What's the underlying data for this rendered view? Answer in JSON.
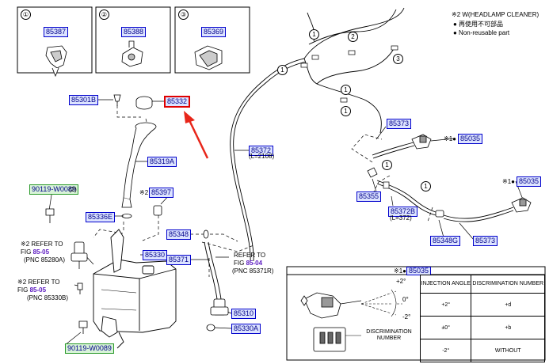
{
  "legend": {
    "note": "※2 W(HEADLAMP CLEANER)",
    "line2": "● 再使用不可部品",
    "line3": "● Non-reusable part"
  },
  "boxes": [
    {
      "num": "①",
      "part": "85387"
    },
    {
      "num": "②",
      "part": "85388"
    },
    {
      "num": "③",
      "part": "85369"
    }
  ],
  "parts": {
    "p85301B": "85301B",
    "p85332": "85332",
    "p85319A": "85319A",
    "p90119a": "90119-W0089",
    "p90119a_qty": "(2)",
    "p85397": "85397",
    "p85397_note": "※2",
    "p85336E": "85336E",
    "p85348": "85348",
    "p85330": "85330",
    "p85371": "85371",
    "p85310": "85310",
    "p85330A": "85330A",
    "p90119b": "90119-W0089",
    "p85372": "85372",
    "p85372_len": "(L=2108)",
    "p85373a": "85373",
    "p85035a": "85035",
    "p85035a_note": "※1●",
    "p85355": "85355",
    "p85372B": "85372B",
    "p85372B_len": "(L=372)",
    "p85348G": "85348G",
    "p85373b": "85373",
    "p85035b": "85035",
    "p85035b_note": "※1●"
  },
  "refs": {
    "r1_l1": "※2 REFER TO",
    "r1_fig": "FIG",
    "r1_fignum": "85-05",
    "r1_pnc": "(PNC 85280A)",
    "r2_l1": "※2 REFER TO",
    "r2_fig": "FIG",
    "r2_fignum": "85-05",
    "r2_pnc": "(PNC 85330B)",
    "r3_l1": "REFER TO",
    "r3_fig": "FIG",
    "r3_fignum": "85-04",
    "r3_pnc": "(PNC 85371R)"
  },
  "callouts": [
    "1",
    "2",
    "3",
    "1",
    "1",
    "1",
    "1",
    "1"
  ],
  "inset": {
    "title_prefix": "※1●",
    "title_part": "85035",
    "angle_plus": "+2°",
    "angle_zero": "0°",
    "angle_minus": "-2°",
    "discrimination_label": "DISCRIMINATION NUMBER",
    "headers": [
      "INJECTION ANGLE",
      "DISCRIMINATION NUMBER"
    ],
    "rows": [
      [
        "+2°",
        "+d"
      ],
      [
        "±0°",
        "+b"
      ],
      [
        "-2°",
        "WITHOUT"
      ]
    ]
  },
  "colors": {
    "label_border": "#0000cc",
    "label_fill": "#dce3ff",
    "green_border": "#2a9a2a",
    "highlight": "#e00000",
    "fig_ref": "#5a18c0"
  }
}
